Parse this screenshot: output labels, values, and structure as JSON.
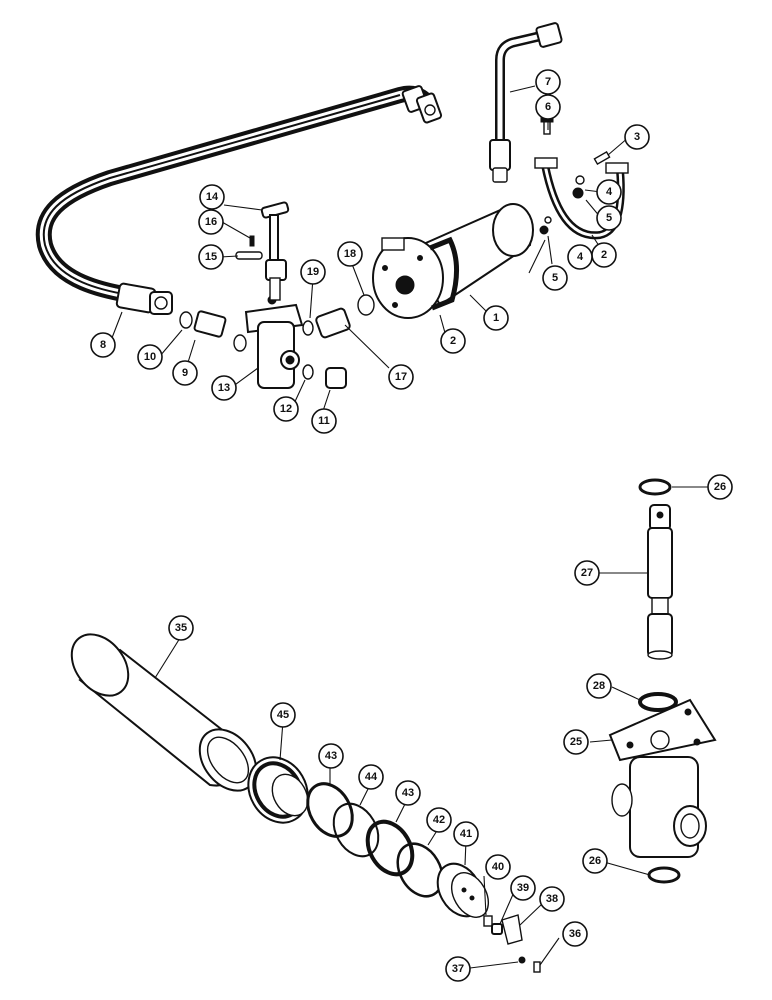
{
  "diagram": {
    "ink_color": "#111111",
    "background": "#ffffff",
    "callouts": [
      {
        "id": "c1",
        "label": "1"
      },
      {
        "id": "c2a",
        "label": "2"
      },
      {
        "id": "c2b",
        "label": "2"
      },
      {
        "id": "c3",
        "label": "3"
      },
      {
        "id": "c4a",
        "label": "4"
      },
      {
        "id": "c4b",
        "label": "4"
      },
      {
        "id": "c5a",
        "label": "5"
      },
      {
        "id": "c5b",
        "label": "5"
      },
      {
        "id": "c6",
        "label": "6"
      },
      {
        "id": "c7",
        "label": "7"
      },
      {
        "id": "c8",
        "label": "8"
      },
      {
        "id": "c9",
        "label": "9"
      },
      {
        "id": "c10",
        "label": "10"
      },
      {
        "id": "c11",
        "label": "11"
      },
      {
        "id": "c12",
        "label": "12"
      },
      {
        "id": "c13",
        "label": "13"
      },
      {
        "id": "c14",
        "label": "14"
      },
      {
        "id": "c15",
        "label": "15"
      },
      {
        "id": "c16",
        "label": "16"
      },
      {
        "id": "c17",
        "label": "17"
      },
      {
        "id": "c18",
        "label": "18"
      },
      {
        "id": "c19",
        "label": "19"
      },
      {
        "id": "c25",
        "label": "25"
      },
      {
        "id": "c26a",
        "label": "26"
      },
      {
        "id": "c26b",
        "label": "26"
      },
      {
        "id": "c27",
        "label": "27"
      },
      {
        "id": "c28",
        "label": "28"
      },
      {
        "id": "c35",
        "label": "35"
      },
      {
        "id": "c36",
        "label": "36"
      },
      {
        "id": "c37",
        "label": "37"
      },
      {
        "id": "c38",
        "label": "38"
      },
      {
        "id": "c39",
        "label": "39"
      },
      {
        "id": "c40",
        "label": "40"
      },
      {
        "id": "c41",
        "label": "41"
      },
      {
        "id": "c42",
        "label": "42"
      },
      {
        "id": "c43a",
        "label": "43"
      },
      {
        "id": "c43b",
        "label": "43"
      },
      {
        "id": "c44",
        "label": "44"
      },
      {
        "id": "c45",
        "label": "45"
      }
    ]
  }
}
